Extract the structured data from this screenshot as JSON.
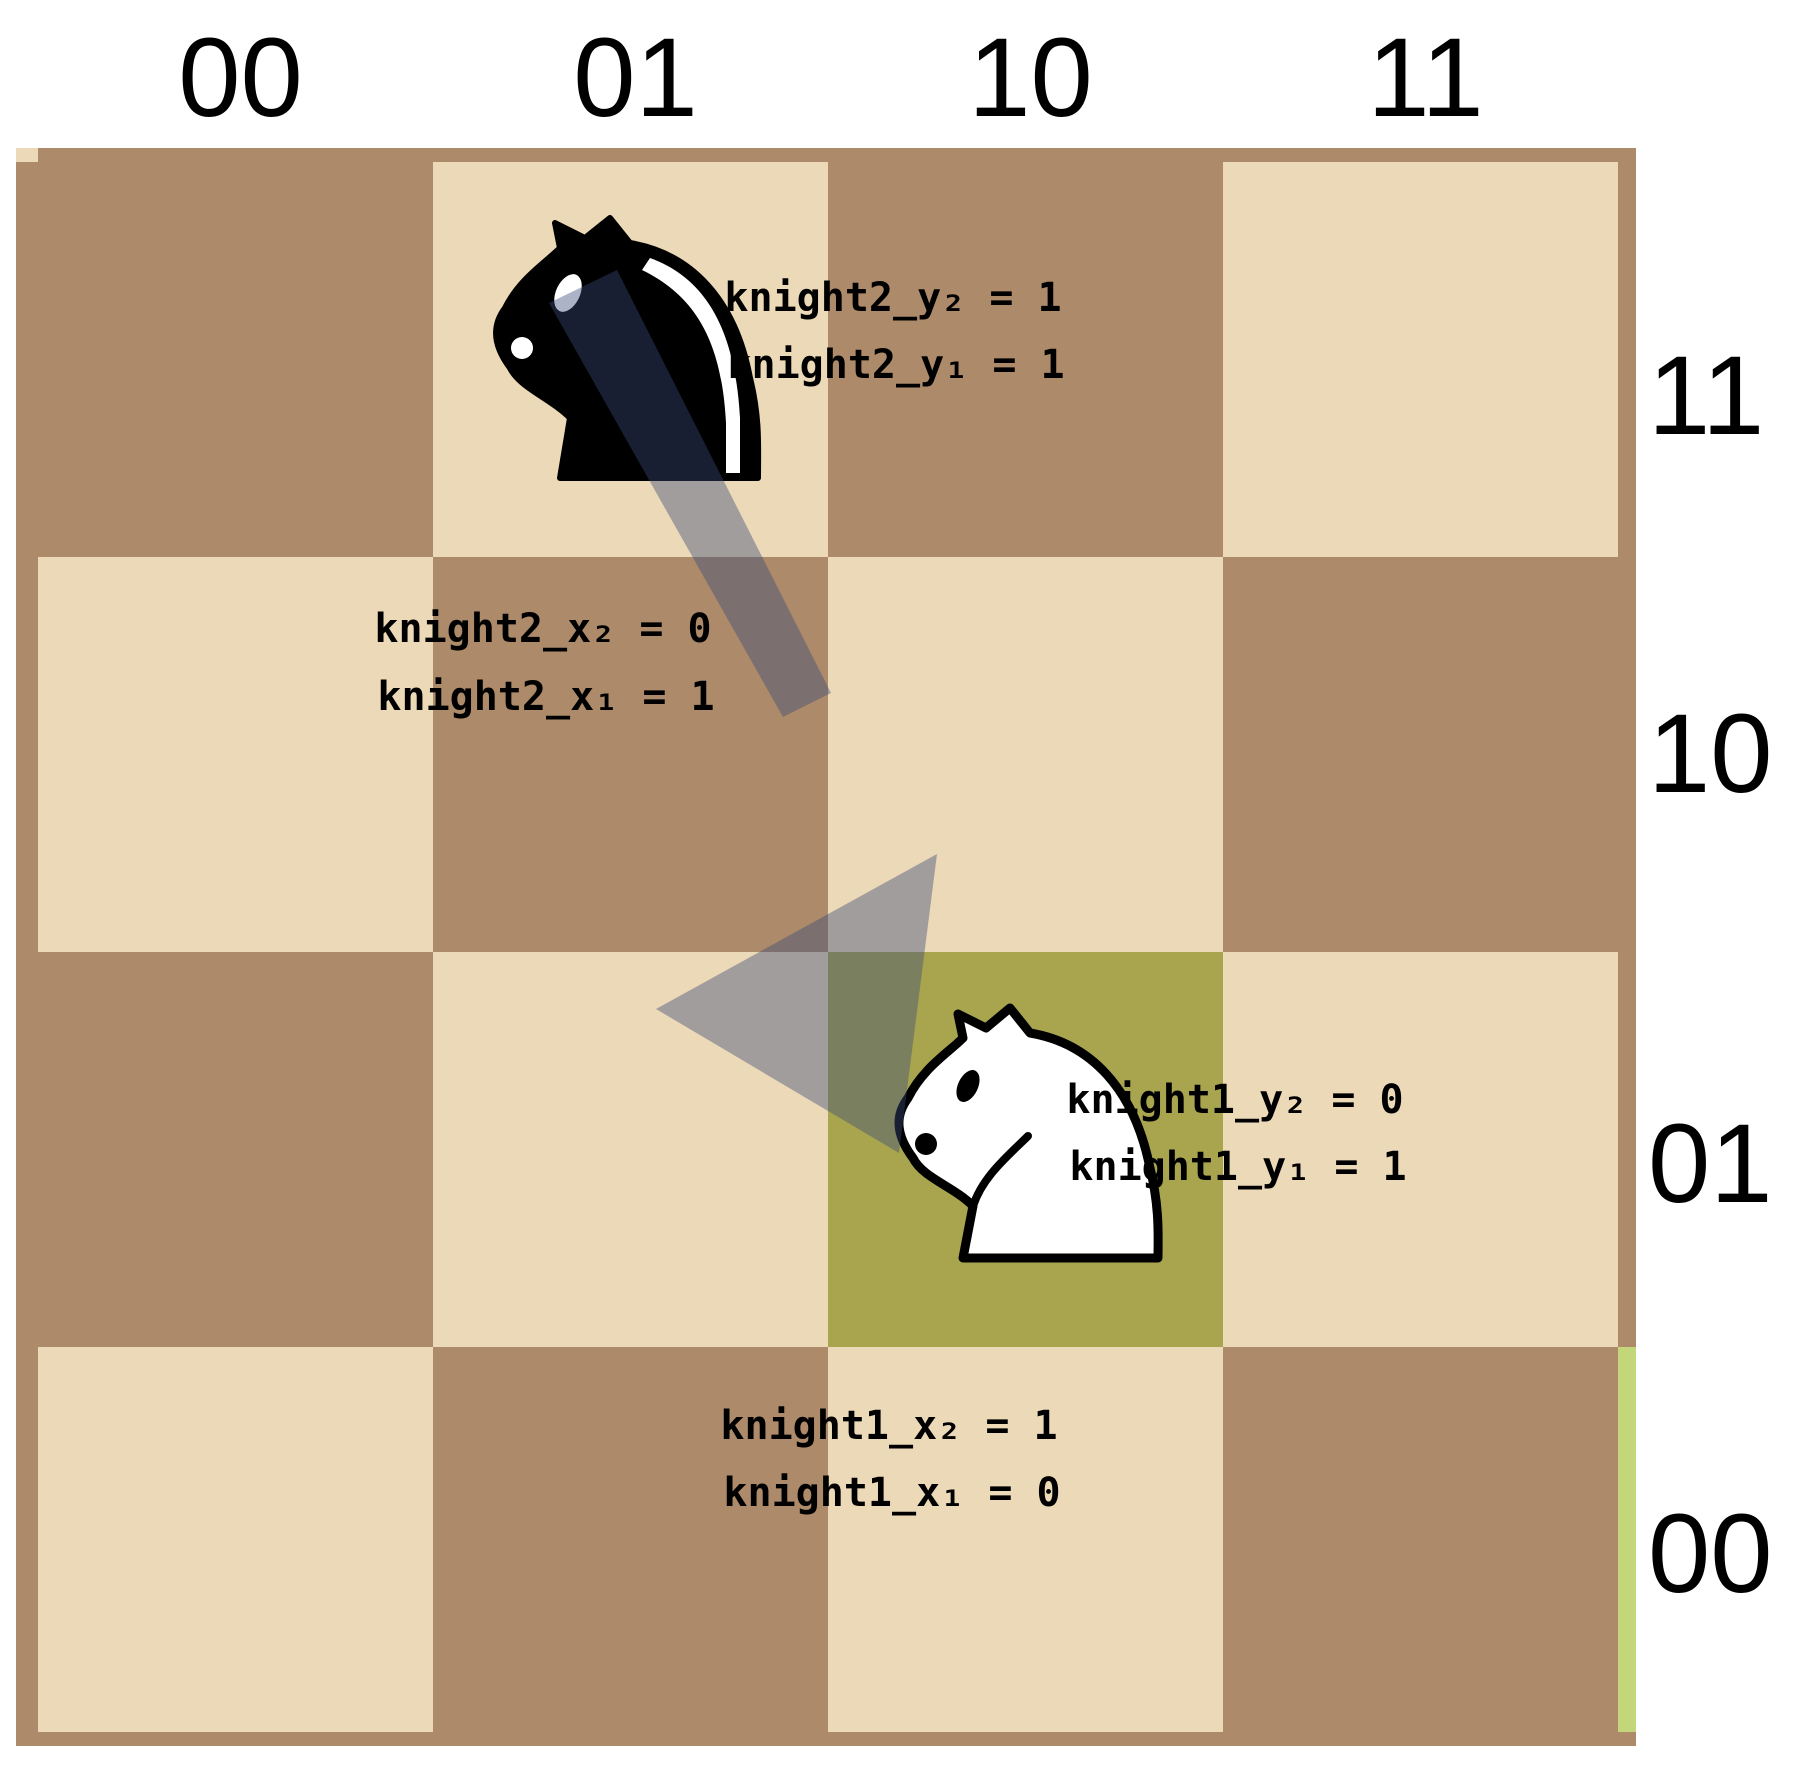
{
  "columns": [
    "00",
    "01",
    "10",
    "11"
  ],
  "rows": [
    "11",
    "10",
    "01",
    "00"
  ],
  "colors": {
    "light": "#ecd9b8",
    "dark": "#ad8a6a",
    "highlight": "#a9a54f",
    "arrow": "#3a4a78",
    "edge_green": "#c4d67a"
  },
  "pieces": [
    {
      "name": "black-knight",
      "color": "black",
      "square": "01-11"
    },
    {
      "name": "white-knight",
      "color": "white",
      "square": "10-01"
    }
  ],
  "move": {
    "from": "01-11",
    "to": "10-01"
  },
  "annotations": {
    "knight2_y2": "knight2_y₂ = 1",
    "knight2_y1": "knight2_y₁ = 1",
    "knight2_x2": "knight2_x₂ = 0",
    "knight2_x1": "knight2_x₁ = 1",
    "knight1_y2": "knight1_y₂ = 0",
    "knight1_y1": "knight1_y₁ = 1",
    "knight1_x2": "knight1_x₂ = 1",
    "knight1_x1": "knight1_x₁ = 0"
  }
}
